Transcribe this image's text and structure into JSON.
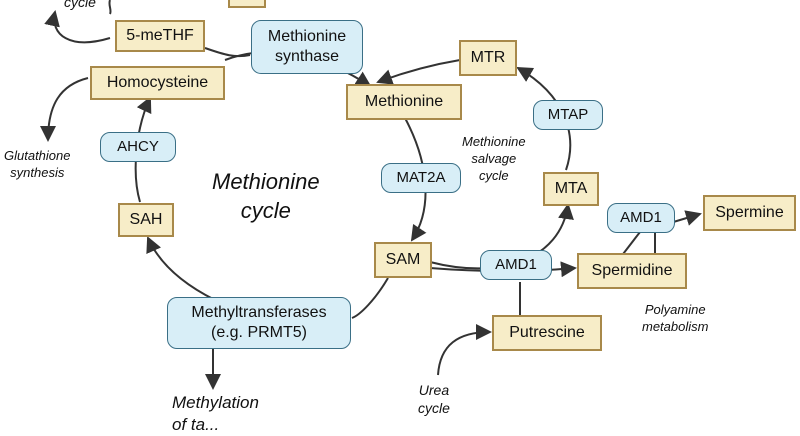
{
  "colors": {
    "metabolite_fill": "#f7edc8",
    "metabolite_border": "#a8894a",
    "enzyme_fill": "#d8eef7",
    "enzyme_border": "#3a6f86",
    "arrow": "#333333"
  },
  "labels": {
    "top_cycle_cut": "cycle",
    "methionine_cycle_line1": "Methionine",
    "methionine_cycle_line2": "cycle",
    "glutathione_line1": "Glutathione",
    "glutathione_line2": "synthesis",
    "salvage_line1": "Methionine",
    "salvage_line2": "salvage",
    "salvage_line3": "cycle",
    "polyamine_line1": "Polyamine",
    "polyamine_line2": "metabolism",
    "urea_line1": "Urea",
    "urea_line2": "cycle",
    "methylation_line1": "Methylation",
    "methylation_line2_cut": "of ta..."
  },
  "metabolites": {
    "five_methf": "5-meTHF",
    "homocysteine": "Homocysteine",
    "methionine": "Methionine",
    "sah": "SAH",
    "sam": "SAM",
    "mtr": "MTR",
    "mta": "MTA",
    "spermine": "Spermine",
    "spermidine": "Spermidine",
    "putrescine": "Putrescine"
  },
  "enzymes": {
    "methionine_synthase_line1": "Methionine",
    "methionine_synthase_line2": "synthase",
    "ahcy": "AHCY",
    "mat2a": "MAT2A",
    "mtap": "MTAP",
    "amd1_top": "AMD1",
    "amd1_bottom": "AMD1",
    "methyltransferases_line1": "Methyltransferases",
    "methyltransferases_line2": "(e.g. PRMT5)"
  }
}
